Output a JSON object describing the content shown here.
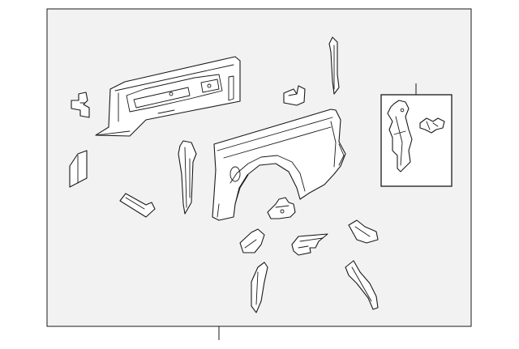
{
  "diagram": {
    "colors": {
      "background": "#ffffff",
      "panel": "#f2f2f2",
      "line": "#1a1a1a"
    },
    "parts": [
      "bedside-inner-panel",
      "bracket-small-left",
      "gusset-plate",
      "tie-down-bracket",
      "pillar-reinforcement",
      "cab-back-bracket",
      "upright-channel",
      "quarter-panel",
      "wheelhouse-bracket",
      "corner-bracket",
      "gusset-wedge",
      "angled-brace",
      "rear-post-support",
      "tail-support-bracket",
      "clip",
      "rear-brace-strip"
    ]
  }
}
